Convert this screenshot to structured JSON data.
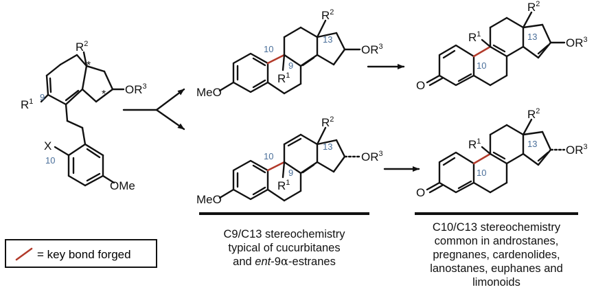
{
  "colors": {
    "bond": "#111111",
    "key_bond": "#b23a2a",
    "position_number": "#4a6f9a"
  },
  "substrate": {
    "r2": "R",
    "r2_sup": "2",
    "or3": "OR",
    "or3_sup": "3",
    "r1": "R",
    "r1_sup": "1",
    "x": "X",
    "ome": "OMe",
    "c9": "9",
    "c10": "10",
    "star": "*"
  },
  "top_row": {
    "intermediate": {
      "r2": "R",
      "r2_sup": "2",
      "c13": "13",
      "or3": "OR",
      "or3_sup": "3",
      "c10": "10",
      "c9": "9",
      "r1": "R",
      "r1_sup": "1",
      "meo": "MeO"
    },
    "product": {
      "r2": "R",
      "r2_sup": "2",
      "c13": "13",
      "or3": "OR",
      "or3_sup": "3",
      "r1": "R",
      "r1_sup": "1",
      "c10": "10",
      "o": "O"
    }
  },
  "bottom_row": {
    "intermediate": {
      "r2": "R",
      "r2_sup": "2",
      "c13": "13",
      "or3": "OR",
      "or3_sup": "3",
      "c10": "10",
      "c9": "9",
      "r1": "R",
      "r1_sup": "1",
      "meo": "MeO"
    },
    "product": {
      "r2": "R",
      "r2_sup": "2",
      "c13": "13",
      "or3": "OR",
      "or3_sup": "3",
      "r1": "R",
      "r1_sup": "1",
      "c10": "10",
      "o": "O"
    }
  },
  "legend": {
    "text": "= key bond forged"
  },
  "captions": {
    "middle": {
      "line1": "C9/C13 stereochemistry",
      "line2": "typical of cucurbitanes",
      "line3_a": "and ",
      "line3_ent": "ent",
      "line3_b": "-9",
      "line3_alpha": "α",
      "line3_c": "-estranes"
    },
    "right": [
      "C10/C13 stereochemistry",
      "common in androstanes,",
      "pregnanes, cardenolides,",
      "lanostanes, euphanes and",
      "limonoids"
    ]
  }
}
